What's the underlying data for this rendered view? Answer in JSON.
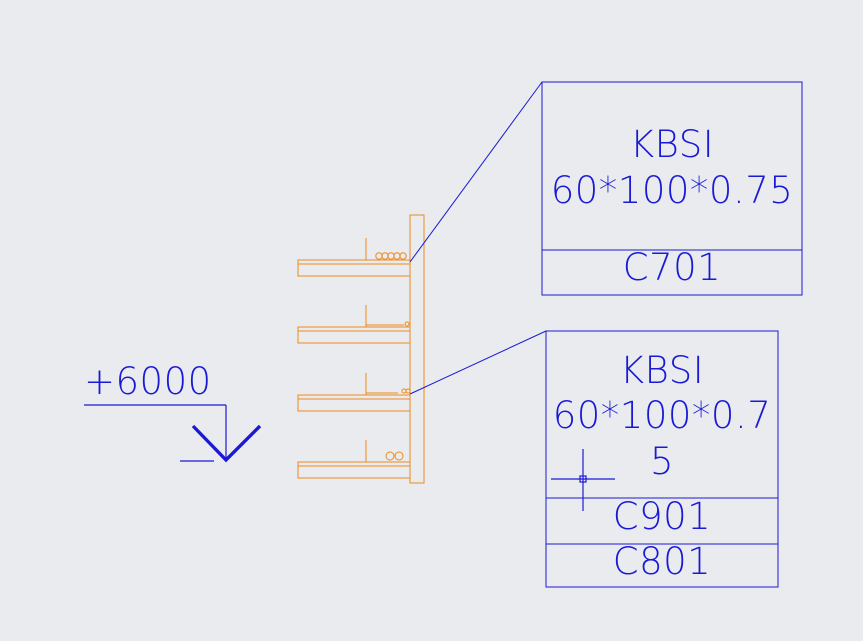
{
  "colors": {
    "background": "#e9ebee",
    "annotation": "#1a1ad6",
    "tray": "#f08a1a"
  },
  "level_marker": {
    "value": "+6000"
  },
  "callout_top": {
    "line1": "KBSI",
    "line2": "60*100*0.75",
    "code": "C701"
  },
  "callout_bottom": {
    "line1": "KBSI",
    "line2": "60*100*0.7",
    "line3": "5",
    "code1": "C901",
    "code2": "C801"
  },
  "cursor": {
    "icon": "crosshair-cursor-icon"
  }
}
